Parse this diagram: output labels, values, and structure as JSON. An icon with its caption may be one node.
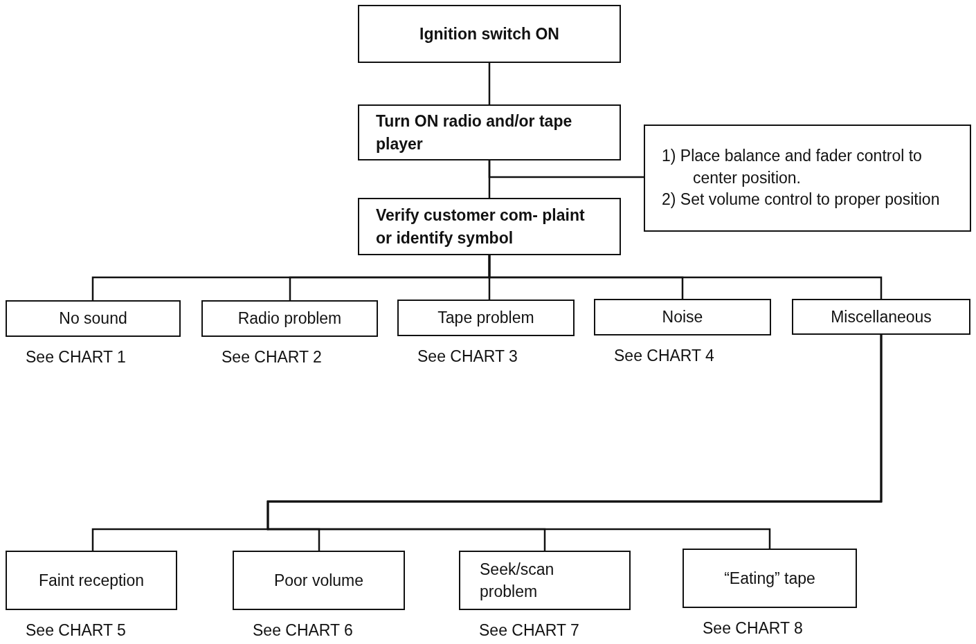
{
  "diagram": {
    "nodes": [
      {
        "text": [
          "Ignition switch ON"
        ]
      },
      {
        "text": [
          "Turn ON radio and/or tape player"
        ]
      },
      {
        "text": [
          "Verify customer com- plaint or identify symbol"
        ]
      },
      {
        "text": [
          "1) Place balance and fader control to center position.",
          "2) Set volume control to proper position"
        ]
      },
      {
        "text": [
          "No sound"
        ],
        "beside": [
          "See CHART 1"
        ]
      },
      {
        "text": [
          "Radio problem"
        ],
        "beside": [
          "See CHART 2"
        ]
      },
      {
        "text": [
          "Tape problem"
        ],
        "beside": [
          "See CHART 3"
        ]
      },
      {
        "text": [
          "Noise"
        ],
        "beside": [
          "See CHART 4"
        ]
      },
      {
        "text": [
          "Miscellaneous"
        ]
      },
      {
        "text": [
          "Faint reception"
        ],
        "beside": [
          "See CHART 5"
        ]
      },
      {
        "text": [
          "Poor volume"
        ],
        "beside": [
          "See CHART 6"
        ]
      },
      {
        "text": [
          "Seek/scan problem"
        ],
        "beside": [
          "See CHART 7"
        ]
      },
      {
        "text": [
          "“Eating” tape"
        ],
        "beside": [
          "See CHART 8"
        ]
      }
    ],
    "edges": [
      {
        "from": 0,
        "to": 1,
        "arrow": "none"
      },
      {
        "from": 1,
        "to": 2,
        "arrow": "none"
      },
      {
        "from": 1,
        "to": 3,
        "arrow": "none"
      },
      {
        "from": 2,
        "to": 4,
        "arrow": "none"
      },
      {
        "from": 2,
        "to": 5,
        "arrow": "none"
      },
      {
        "from": 2,
        "to": 6,
        "arrow": "none"
      },
      {
        "from": 2,
        "to": 7,
        "arrow": "none"
      },
      {
        "from": 2,
        "to": 8,
        "arrow": "none"
      },
      {
        "from": 8,
        "to": 9,
        "arrow": "none"
      },
      {
        "from": 8,
        "to": 10,
        "arrow": "none"
      },
      {
        "from": 8,
        "to": 11,
        "arrow": "none"
      },
      {
        "from": 8,
        "to": 12,
        "arrow": "none"
      }
    ]
  }
}
